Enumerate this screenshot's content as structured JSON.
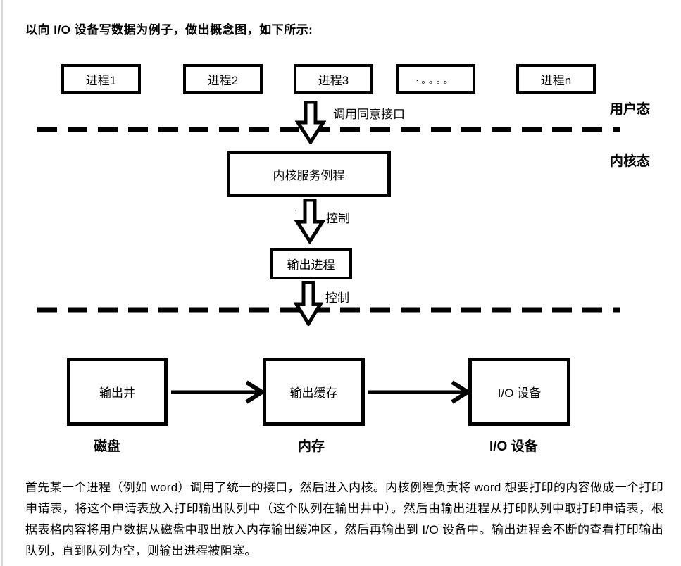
{
  "title": "以向 I/O 设备写数据为例子，做出概念图，如下所示:",
  "diagram": {
    "processes": {
      "p1": "进程1",
      "p2": "进程2",
      "p3": "进程3",
      "dots": "·。。。。",
      "pn": "进程n"
    },
    "mode_labels": {
      "user": "用户态",
      "kernel": "内核态"
    },
    "arrow_labels": {
      "call_interface": "调用同意接口",
      "control_1": "控制",
      "control_2": "控制"
    },
    "blue_dot": "·",
    "kernel_routine": "内核服务例程",
    "output_process": "输出进程",
    "bottom_boxes": {
      "well": "输出井",
      "buffer": "输出缓存",
      "device": "I/O 设备"
    },
    "bottom_labels": {
      "disk": "磁盘",
      "memory": "内存",
      "device": "I/O 设备"
    }
  },
  "paragraph": "首先某一个进程（例如 word）调用了统一的接口，然后进入内核。内核例程负责将 word 想要打印的内容做成一个打印申请表，将这个申请表放入打印输出队列中（这个队列在输出井中）。然后由输出进程从打印队列中取打印申请表，根据表格内容将用户数据从磁盘中取出放入内存输出缓冲区，然后再输出到 I/O 设备中。输出进程会不断的查看打印输出队列，直到队列为空，则输出进程被阻塞。",
  "colors": {
    "line": "#000000",
    "text": "#000000",
    "page_edge": "#d9d9d9",
    "blue_dot": "#3355cc"
  }
}
